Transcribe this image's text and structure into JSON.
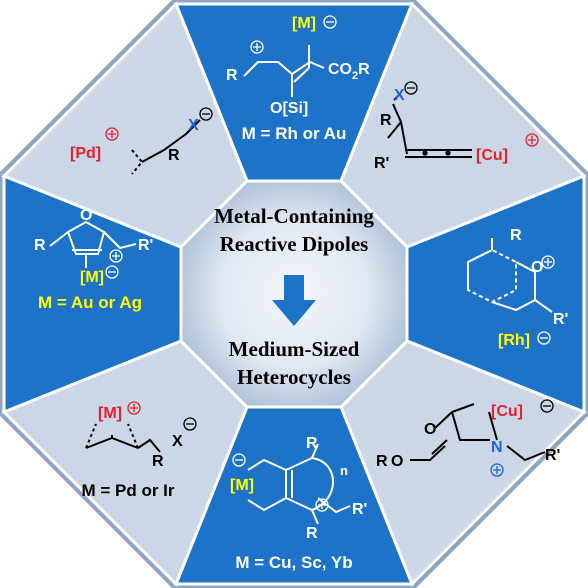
{
  "colors": {
    "blue": "#1d73c8",
    "light": "#cbd7e6",
    "outer": "#8fa6c3",
    "center_edge": "#a9bdd5",
    "center_mid": "#e9eef5",
    "red": "#e8202a",
    "yellow": "#ffff00",
    "xblue": "#1a66d6"
  },
  "center": {
    "title_line1": "Metal-Containing",
    "title_line2": "Reactive Dipoles",
    "arrow_icon": "down-arrow-icon",
    "product_line1": "Medium-Sized",
    "product_line2": "Heterocycles"
  },
  "panels": {
    "top": {
      "metal": "[M]",
      "r": "R",
      "co2r": "CO",
      "co2r_sub": "2",
      "co2r_end": "R",
      "osi": "O[Si]",
      "caption": "M = Rh or Au"
    },
    "top_right": {
      "x": "X",
      "r": "R",
      "rprime": "R'",
      "metal": "[Cu]"
    },
    "right": {
      "r": "R",
      "o": "O",
      "rprime": "R'",
      "metal": "[Rh]"
    },
    "bottom_right": {
      "o1": "O",
      "o2": "O",
      "r": "R",
      "metal": "[Cu]",
      "n": "N",
      "rprime": "R'"
    },
    "bottom": {
      "r1": "R",
      "r2": "R",
      "metal": "[M]",
      "n": "n",
      "rprime": "R'",
      "caption": "M = Cu, Sc, Yb"
    },
    "bottom_left": {
      "metal": "[M]",
      "r": "R",
      "x": "X",
      "caption": "M = Pd or Ir"
    },
    "left": {
      "o": "O",
      "r": "R",
      "rprime": "R'",
      "metal": "[M]",
      "caption": "M = Au or Ag"
    },
    "top_left": {
      "metal": "[Pd]",
      "r": "R",
      "x": "X"
    }
  }
}
